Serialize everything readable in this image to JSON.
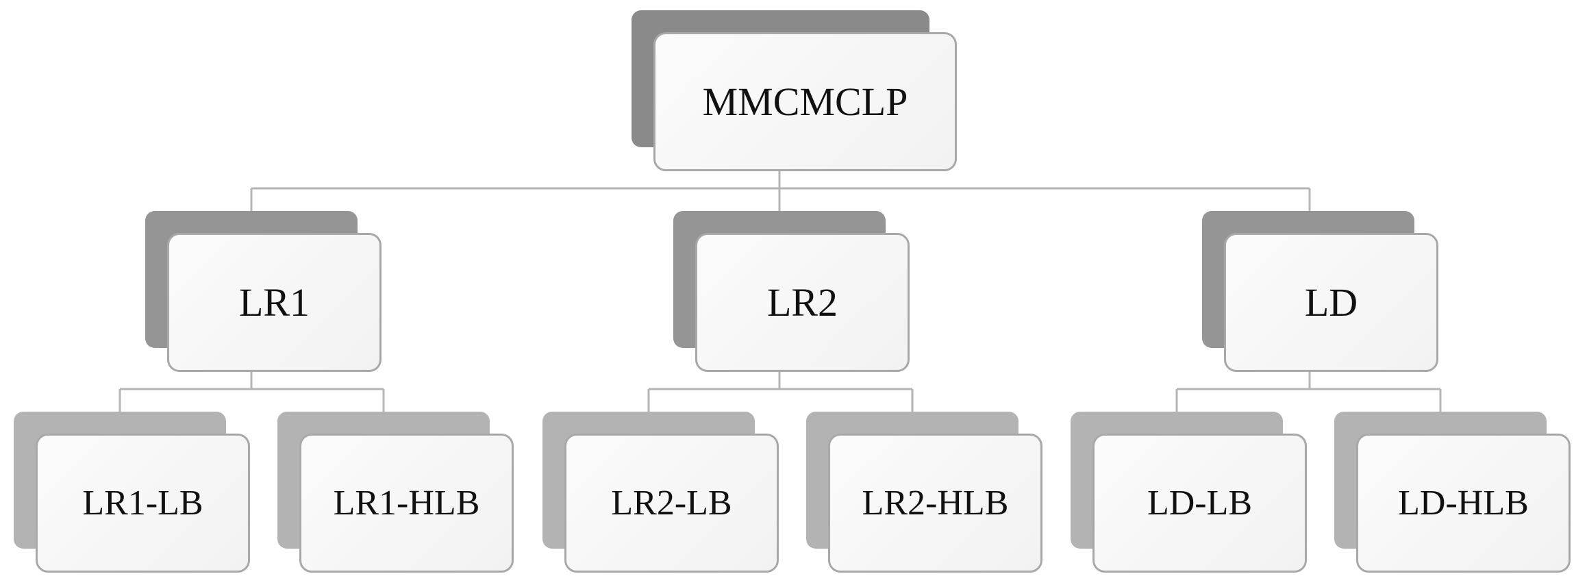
{
  "diagram": {
    "root": {
      "label": "MMCMCLP"
    },
    "level1": [
      {
        "label": "LR1"
      },
      {
        "label": "LR2"
      },
      {
        "label": "LD"
      }
    ],
    "level2": [
      {
        "label": "LR1-LB"
      },
      {
        "label": "LR1-HLB"
      },
      {
        "label": "LR2-LB"
      },
      {
        "label": "LR2-HLB"
      },
      {
        "label": "LD-LB"
      },
      {
        "label": "LD-HLB"
      }
    ]
  },
  "colors": {
    "connector": "#b5b5b5",
    "card_border": "#a8a8a8",
    "shadow_root": "#8a8a8a",
    "shadow_level1": "#959595",
    "shadow_level2": "#b3b3b3"
  }
}
